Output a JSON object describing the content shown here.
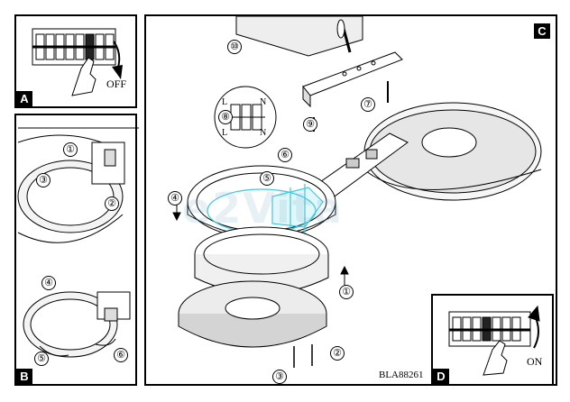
{
  "panels": {
    "a": {
      "tag": "A",
      "label": "OFF"
    },
    "b": {
      "tag": "B"
    },
    "c": {
      "tag": "C"
    },
    "d": {
      "tag": "D",
      "label": "ON"
    }
  },
  "steps": [
    "①",
    "②",
    "③",
    "④",
    "⑤",
    "⑥",
    "⑦",
    "⑧",
    "⑨",
    "⑩"
  ],
  "terminals": {
    "l_top": "L",
    "n_top": "N",
    "l_bot": "L",
    "n_bot": "N"
  },
  "model_code": "BLA88261",
  "watermark": "e2Vita",
  "colors": {
    "line": "#000000",
    "accent": "#3fc8e0",
    "shade": "#cfcfcf"
  }
}
